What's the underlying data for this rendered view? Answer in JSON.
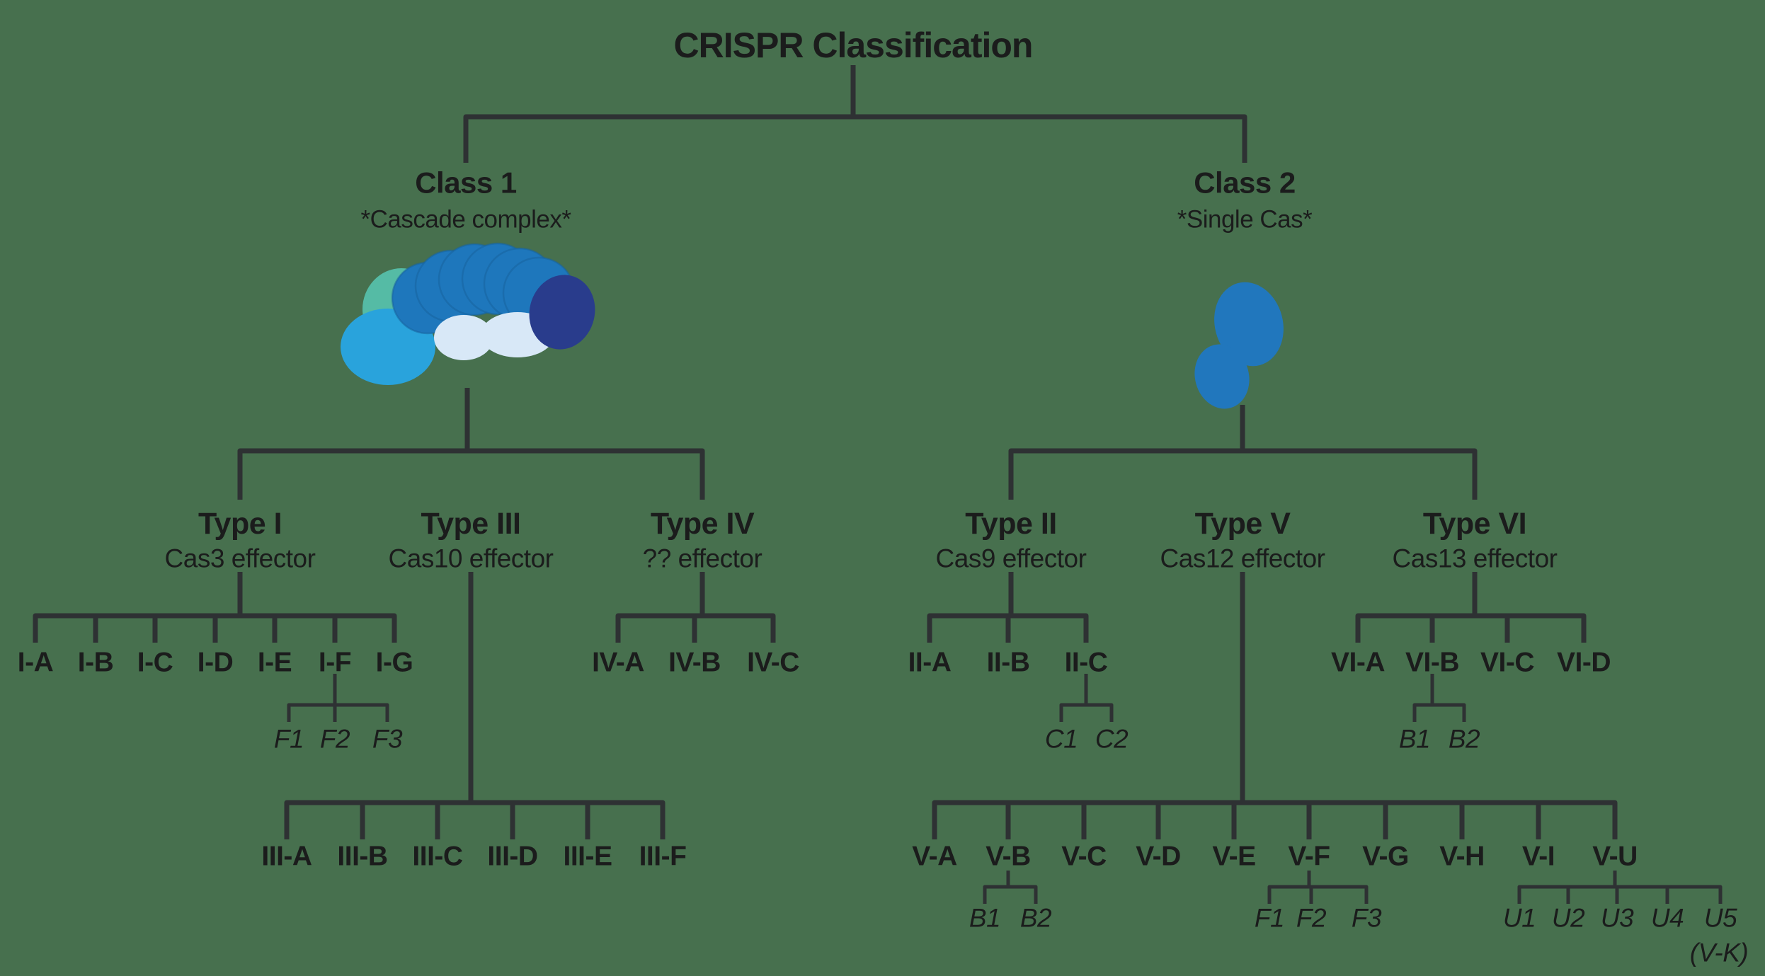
{
  "title": "CRISPR Classification",
  "colors": {
    "background": "#47704e",
    "connector": "#2e3133",
    "text": "#1b1c1c",
    "cascade_teal": "#55bba5",
    "cascade_cyan": "#29a3dc",
    "cascade_blue": "#1e77bc",
    "cascade_pale_blue": "#d8e8f7",
    "cascade_navy": "#293c8c",
    "single_cas_blue": "#2177bd"
  },
  "classes": [
    {
      "name": "Class 1",
      "subtitle": "*Cascade complex*",
      "illustration": "cascade-complex-blob-cluster",
      "types": [
        {
          "name": "Type I",
          "effector": "Cas3 effector",
          "subtypes": [
            "I-A",
            "I-B",
            "I-C",
            "I-D",
            "I-E",
            "I-F",
            "I-G"
          ],
          "variant_groups": [
            {
              "parent": "I-F",
              "variants": [
                "F1",
                "F2",
                "F3"
              ]
            }
          ]
        },
        {
          "name": "Type III",
          "effector": "Cas10 effector",
          "subtypes": [
            "III-A",
            "III-B",
            "III-C",
            "III-D",
            "III-E",
            "III-F"
          ],
          "variant_groups": []
        },
        {
          "name": "Type IV",
          "effector": "?? effector",
          "subtypes": [
            "IV-A",
            "IV-B",
            "IV-C"
          ],
          "variant_groups": []
        }
      ]
    },
    {
      "name": "Class 2",
      "subtitle": "*Single Cas*",
      "illustration": "single-cas-blob",
      "types": [
        {
          "name": "Type II",
          "effector": "Cas9 effector",
          "subtypes": [
            "II-A",
            "II-B",
            "II-C"
          ],
          "variant_groups": [
            {
              "parent": "II-C",
              "variants": [
                "C1",
                "C2"
              ]
            }
          ]
        },
        {
          "name": "Type V",
          "effector": "Cas12 effector",
          "subtypes": [
            "V-A",
            "V-B",
            "V-C",
            "V-D",
            "V-E",
            "V-F",
            "V-G",
            "V-H",
            "V-I",
            "V-U"
          ],
          "variant_groups": [
            {
              "parent": "V-B",
              "variants": [
                "B1",
                "B2"
              ]
            },
            {
              "parent": "V-F",
              "variants": [
                "F1",
                "F2",
                "F3"
              ]
            },
            {
              "parent": "V-U",
              "variants": [
                "U1",
                "U2",
                "U3",
                "U4",
                "U5"
              ],
              "note": "(V-K)"
            }
          ]
        },
        {
          "name": "Type VI",
          "effector": "Cas13 effector",
          "subtypes": [
            "VI-A",
            "VI-B",
            "VI-C",
            "VI-D"
          ],
          "variant_groups": [
            {
              "parent": "VI-B",
              "variants": [
                "B1",
                "B2"
              ]
            }
          ]
        }
      ]
    }
  ]
}
